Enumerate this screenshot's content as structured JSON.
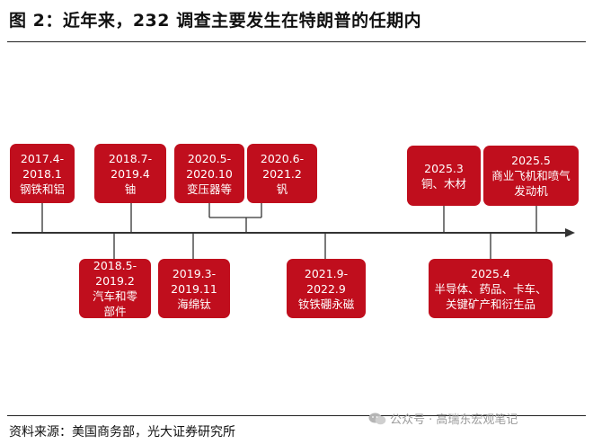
{
  "title": "图 2：近年来，232 调查主要发生在特朗普的任期内",
  "colors": {
    "box": "#c00e1d",
    "line": "#333333"
  },
  "timeline": {
    "above": [
      {
        "date": "2017.4-\n2018.1",
        "label": "钢铁和铝"
      },
      {
        "date": "2018.7-\n2019.4",
        "label": "铀"
      },
      {
        "date": "2020.5-\n2020.10",
        "label": "变压器等"
      },
      {
        "date": "2020.6-\n2021.2",
        "label": "钒"
      },
      {
        "date": "2025.3",
        "label": "铜、木材"
      },
      {
        "date": "2025.5",
        "label": "商业飞机和喷气\n发动机"
      }
    ],
    "below": [
      {
        "date": "2018.5-\n2019.2",
        "label": "汽车和零\n部件"
      },
      {
        "date": "2019.3-\n2019.11",
        "label": "海绵钛"
      },
      {
        "date": "2021.9-\n2022.9",
        "label": "钕铁硼永磁"
      },
      {
        "date": "2025.4",
        "label": "半导体、药品、卡车、\n关键矿产和衍生品"
      }
    ]
  },
  "source": "资料来源：美国商务部，光大证券研究所",
  "watermark": "公众号 · 高瑞东宏观笔记",
  "watermark_icon": "wechat-icon"
}
